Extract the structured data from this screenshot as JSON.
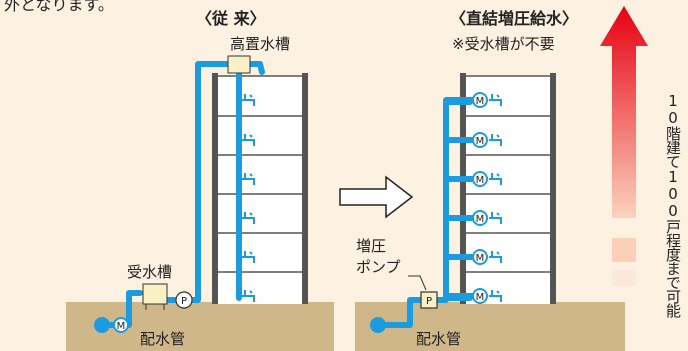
{
  "intro_fragment": "外となります。",
  "left_panel": {
    "title": "〈従 来〉",
    "elevated_tank_label": "高置水槽",
    "receiving_tank_label": "受水槽",
    "main_pipe_label": "配水管",
    "meter_symbol": "M",
    "pump_symbol": "P",
    "floors": 6
  },
  "right_panel": {
    "title": "〈直結増圧給水〉",
    "subtitle": "※受水槽が不要",
    "booster_pump_label_line1": "増圧",
    "booster_pump_label_line2": "ポンプ",
    "main_pipe_label": "配水管",
    "meter_symbol": "M",
    "pump_symbol": "P",
    "floors": 6
  },
  "side_note": "10階建て100戸程度まで可能",
  "colors": {
    "pipe": "#1b9ce0",
    "ground": "#cfb78a",
    "wall": "#555555",
    "tank": "#fbefc6",
    "arrow_top": "#e60012",
    "arrow_bottom": "#f9b99a"
  }
}
